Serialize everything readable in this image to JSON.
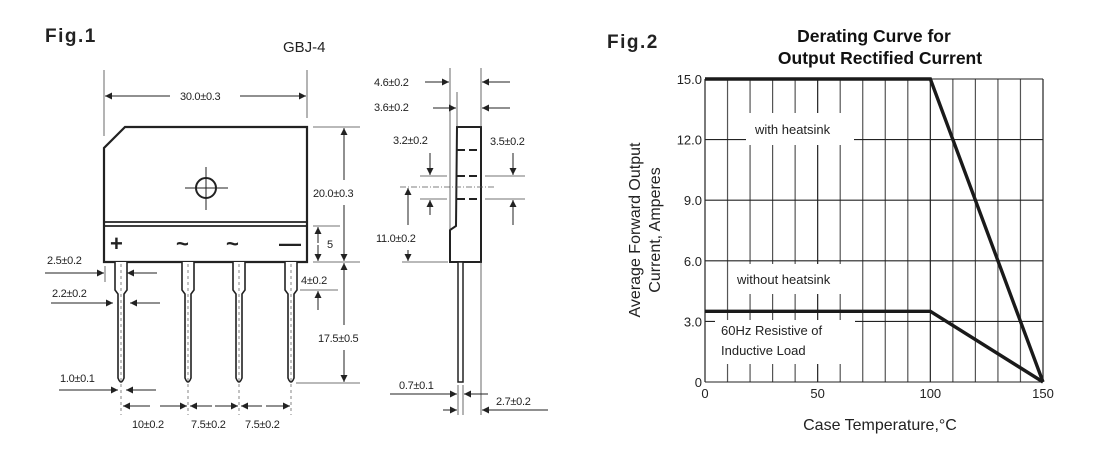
{
  "fig1": {
    "label": "Fig.1",
    "package": "GBJ-4",
    "terminals": [
      "+",
      "~",
      "~",
      "—"
    ],
    "dimensions": {
      "body_width": "30.0±0.3",
      "body_height": "20.0±0.3",
      "terminal_band": "5",
      "lead_shoulder_width": "2.5±0.2",
      "lead_width": "2.2±0.2",
      "lead_shoulder_length": "4±0.2",
      "lead_length": "17.5±0.5",
      "lead_tip": "1.0±0.1",
      "pitch_1": "10±0.2",
      "pitch_2": "7.5±0.2",
      "pitch_3": "7.5±0.2",
      "side_thickness": "4.6±0.2",
      "side_body": "3.6±0.2",
      "hole_top": "3.2±0.2",
      "hole_dia": "3.5±0.2",
      "hole_to_bottom": "11.0±0.2",
      "side_lead_thickness": "0.7±0.1",
      "side_lead_offset": "2.7±0.2"
    }
  },
  "fig2": {
    "label": "Fig.2"
  },
  "chart_data": {
    "type": "line",
    "title": "Derating Curve for Output Rectified Current",
    "title_lines": [
      "Derating Curve for",
      "Output Rectified Current"
    ],
    "xlabel": "Case Temperature,°C",
    "ylabel_lines": [
      "Average Forward Output",
      "Current, Amperes"
    ],
    "xlim": [
      0,
      150
    ],
    "ylim": [
      0,
      15
    ],
    "x_ticks": [
      0,
      50,
      100,
      150
    ],
    "x_tick_labels": [
      "0",
      "50",
      "100",
      "150"
    ],
    "y_ticks": [
      0,
      3,
      6,
      9,
      12,
      15
    ],
    "y_tick_labels": [
      "0",
      "3.0",
      "6.0",
      "9.0",
      "12.0",
      "15.0"
    ],
    "x_grid_step": 10,
    "y_grid_step": 3,
    "grid": true,
    "series": [
      {
        "name": "with heatsink",
        "x": [
          0,
          100,
          150
        ],
        "y": [
          15.0,
          15.0,
          0
        ]
      },
      {
        "name": "without heatsink",
        "x": [
          0,
          100,
          150
        ],
        "y": [
          3.5,
          3.5,
          0
        ]
      }
    ],
    "annotations": [
      "with heatsink",
      "without heatsink",
      "60Hz Resistive of",
      "Inductive Load"
    ],
    "line_color": "#1a1a1a",
    "grid_color": "#555555"
  }
}
